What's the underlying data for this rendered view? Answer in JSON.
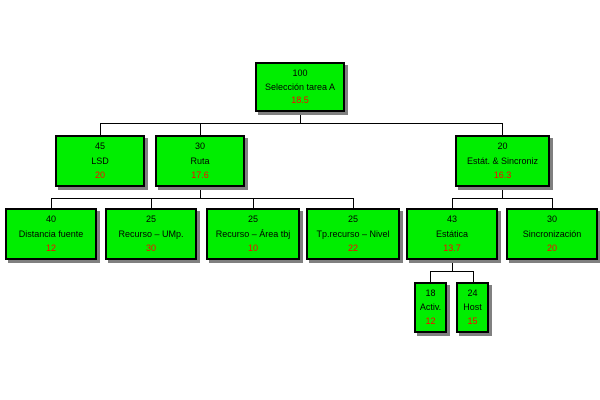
{
  "diagram": {
    "type": "hierarchy-tree",
    "colors": {
      "box_fill": "#00ee00",
      "box_border": "#000000",
      "box_shadow": "#808080",
      "connector": "#000000",
      "weight_text": "#000000",
      "label_text": "#000000",
      "value_text": "#ff0000",
      "background": "#ffffff"
    },
    "nodes": [
      {
        "id": "root",
        "level": 1,
        "parent": null,
        "weight": "100",
        "label": "Selección tarea A",
        "value": "18.5"
      },
      {
        "id": "lsd",
        "level": 2,
        "parent": "root",
        "weight": "45",
        "label": "LSD",
        "value": "20"
      },
      {
        "id": "ruta",
        "level": 2,
        "parent": "root",
        "weight": "30",
        "label": "Ruta",
        "value": "17.6"
      },
      {
        "id": "estat",
        "level": 2,
        "parent": "root",
        "weight": "20",
        "label": "Estát. & Sincroniz",
        "value": "16.3"
      },
      {
        "id": "distancia",
        "level": 3,
        "parent": "ruta",
        "weight": "40",
        "label": "Distancia fuente",
        "value": "12"
      },
      {
        "id": "recurso-ump",
        "level": 3,
        "parent": "ruta",
        "weight": "25",
        "label": "Recurso – UMp.",
        "value": "30"
      },
      {
        "id": "recurso-area",
        "level": 3,
        "parent": "ruta",
        "weight": "25",
        "label": "Recurso – Área tbj",
        "value": "10"
      },
      {
        "id": "tprecurso",
        "level": 3,
        "parent": "ruta",
        "weight": "25",
        "label": "Tp.recurso – Nivel",
        "value": "22"
      },
      {
        "id": "estatica",
        "level": 3,
        "parent": "estat",
        "weight": "43",
        "label": "Estática",
        "value": "13.7"
      },
      {
        "id": "sincronizacion",
        "level": 3,
        "parent": "estat",
        "weight": "30",
        "label": "Sincronización",
        "value": "20"
      },
      {
        "id": "activ",
        "level": 4,
        "parent": "estatica",
        "weight": "18",
        "label": "Activ.",
        "value": "12"
      },
      {
        "id": "host",
        "level": 4,
        "parent": "estatica",
        "weight": "24",
        "label": "Host",
        "value": "15"
      }
    ]
  }
}
